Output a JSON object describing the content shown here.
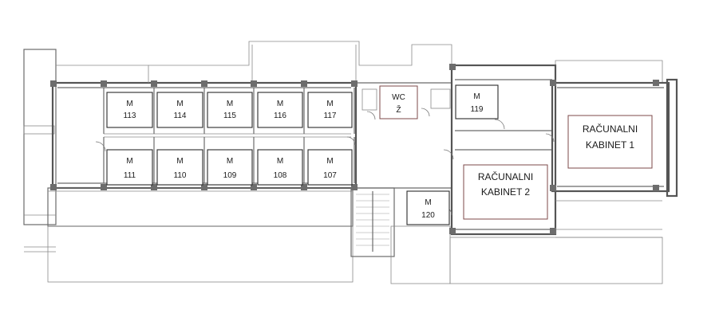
{
  "colors": {
    "highlight": "#cf9a98",
    "box_border": "#2b2b2b",
    "wall": "#6b6b6b"
  },
  "rooms": [
    {
      "id": "m113",
      "lines": [
        "M",
        "113"
      ],
      "highlight": false
    },
    {
      "id": "m114",
      "lines": [
        "M",
        "114"
      ],
      "highlight": false
    },
    {
      "id": "m115",
      "lines": [
        "M",
        "115"
      ],
      "highlight": false
    },
    {
      "id": "m116",
      "lines": [
        "M",
        "116"
      ],
      "highlight": false
    },
    {
      "id": "m117",
      "lines": [
        "M",
        "117"
      ],
      "highlight": false
    },
    {
      "id": "m111",
      "lines": [
        "M",
        "111"
      ],
      "highlight": false
    },
    {
      "id": "m110",
      "lines": [
        "M",
        "110"
      ],
      "highlight": false
    },
    {
      "id": "m109",
      "lines": [
        "M",
        "109"
      ],
      "highlight": false
    },
    {
      "id": "m108",
      "lines": [
        "M",
        "108"
      ],
      "highlight": false
    },
    {
      "id": "m107",
      "lines": [
        "M",
        "107"
      ],
      "highlight": false
    },
    {
      "id": "wc",
      "lines": [
        "WC",
        "Ž"
      ],
      "highlight": true
    },
    {
      "id": "m119",
      "lines": [
        "M",
        "119"
      ],
      "highlight": false
    },
    {
      "id": "m120",
      "lines": [
        "M",
        "120"
      ],
      "highlight": false
    },
    {
      "id": "kabinet1",
      "lines": [
        "RAČUNALNI",
        "KABINET 1"
      ],
      "highlight": true
    },
    {
      "id": "kabinet2",
      "lines": [
        "RAČUNALNI",
        "KABINET 2"
      ],
      "highlight": true
    }
  ]
}
